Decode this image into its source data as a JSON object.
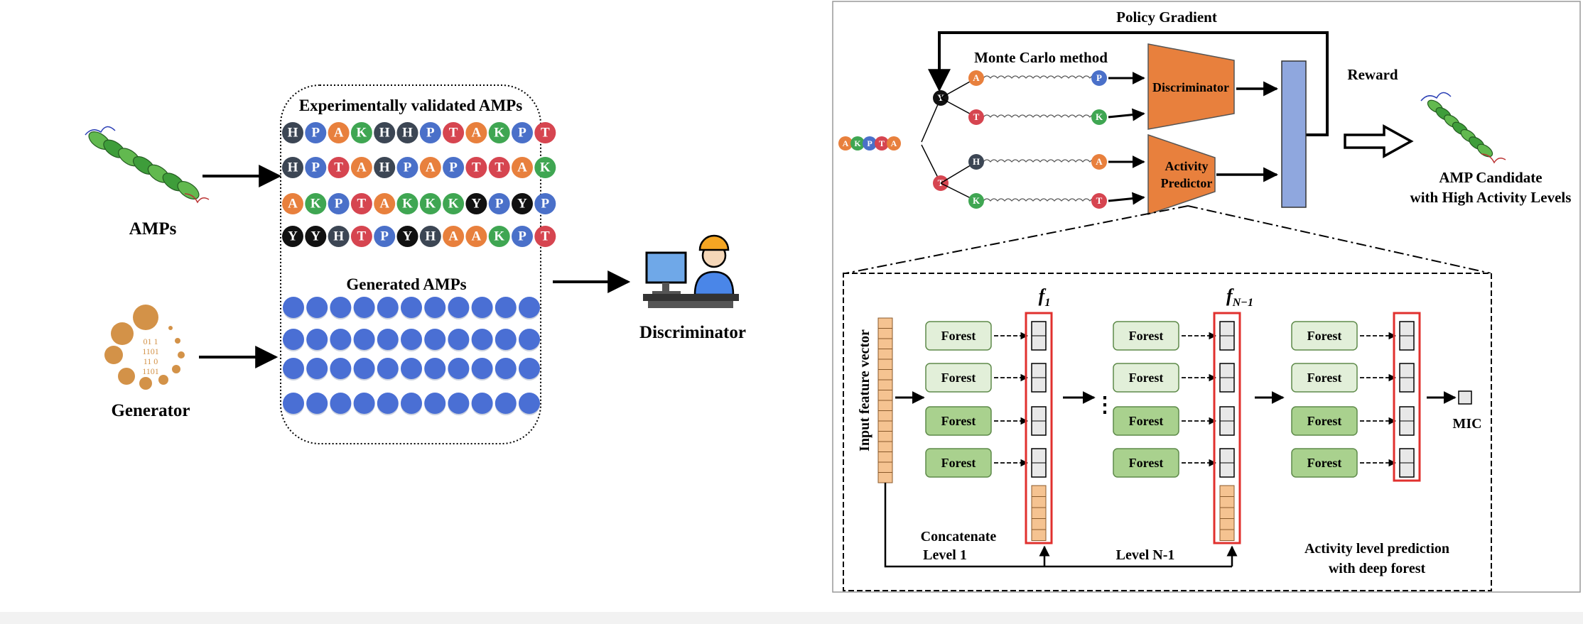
{
  "colors": {
    "orange": "#e8803d",
    "blue_bar": "#8fa7de",
    "blue_dot": "#4a6fd4",
    "forest_light": "#e2efd9",
    "forest_dark": "#a9d18e",
    "forest_border": "#5e8a4a",
    "red_box": "#e0302e",
    "vector_fill": "#f5c391",
    "generator": "#d39248",
    "residue": {
      "H": "#3c4654",
      "P": "#4a70c9",
      "A": "#e8803d",
      "K": "#3fa652",
      "T": "#d64550",
      "Y": "#111111"
    }
  },
  "left": {
    "amps_label": "AMPs",
    "generator_label": "Generator",
    "generator_glyphs": [
      "01 1",
      "1101",
      "11 0",
      "1101"
    ],
    "experimental_title": "Experimentally validated AMPs",
    "sequences": [
      [
        "H",
        "P",
        "A",
        "K",
        "H",
        "H",
        "P",
        "T",
        "A",
        "K",
        "P",
        "T"
      ],
      [
        "H",
        "P",
        "T",
        "A",
        "H",
        "P",
        "A",
        "P",
        "T",
        "T",
        "A",
        "K"
      ],
      [
        "A",
        "K",
        "P",
        "T",
        "A",
        "K",
        "K",
        "K",
        "Y",
        "P",
        "Y",
        "P"
      ],
      [
        "Y",
        "Y",
        "H",
        "T",
        "P",
        "Y",
        "H",
        "A",
        "A",
        "K",
        "P",
        "T"
      ]
    ],
    "generated_title": "Generated AMPs",
    "discriminator_label": "Discriminator"
  },
  "right": {
    "policy_gradient": "Policy Gradient",
    "monte_carlo": "Monte Carlo method",
    "reward": "Reward",
    "seed_sequence": [
      "A",
      "K",
      "P",
      "T",
      "A"
    ],
    "tree": {
      "y_node": "Y",
      "t_node": "T",
      "branches": [
        {
          "first": "A",
          "last": "P"
        },
        {
          "first": "T",
          "last": "K"
        },
        {
          "first": "H",
          "last": "A"
        },
        {
          "first": "K",
          "last": "T"
        }
      ]
    },
    "discriminator": "Discriminator",
    "activity_predictor": [
      "Activity",
      "Predictor"
    ],
    "candidate_label": [
      "AMP Candidate",
      "with High Activity Levels"
    ]
  },
  "forest_panel": {
    "input_label": "Input feature vector",
    "forest_label": "Forest",
    "f1": "f",
    "f1_sub": "1",
    "fn": "f",
    "fn_sub": "N−1",
    "concat_label": [
      "Concatenate",
      "Level 1"
    ],
    "level_n_label": "Level N-1",
    "mic_label": "MIC",
    "caption": [
      "Activity level prediction",
      "with deep forest"
    ],
    "ellipsis": "⋮"
  }
}
